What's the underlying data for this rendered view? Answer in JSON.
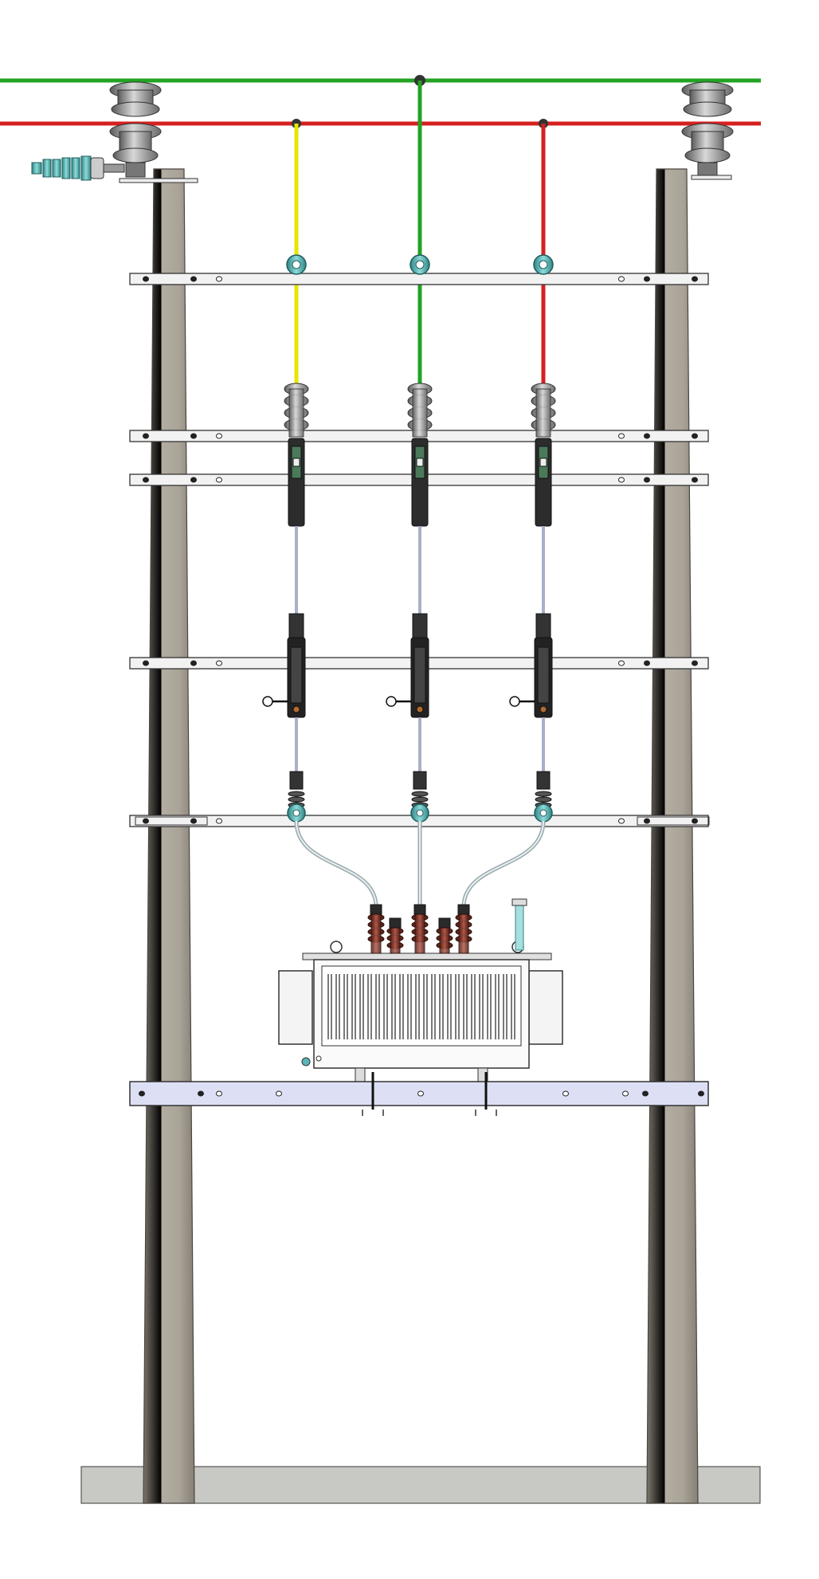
{
  "scene": {
    "subject": "pole-mounted-transformer-substation",
    "phases": [
      {
        "id": "phase-a",
        "color": "#e6e600"
      },
      {
        "id": "phase-b",
        "color": "#23a323"
      },
      {
        "id": "phase-c",
        "color": "#d62020"
      }
    ],
    "colors": {
      "pole": "#a8a196",
      "pole_shadow": "#7d776d",
      "pole_light": "#c4beb4",
      "crossarm": "#f2f2f2",
      "lower_crossarm": "#dde0f5",
      "outline": "#333333",
      "porcelain_grey": "#9a9a9a",
      "surge_teal": "#5ab5b5",
      "bushing_red": "#8a3a2a",
      "foundation": "#c8c8c4",
      "line_green": "#23a323",
      "line_red": "#d62020"
    },
    "components": [
      "overhead-line-green",
      "overhead-line-red",
      "pin-insulator",
      "strain-insulator",
      "drop-conductor",
      "surge-arrester-ring",
      "fuse-cutout",
      "disconnect-switch",
      "cable-termination",
      "distribution-transformer",
      "foundation-slab"
    ]
  }
}
